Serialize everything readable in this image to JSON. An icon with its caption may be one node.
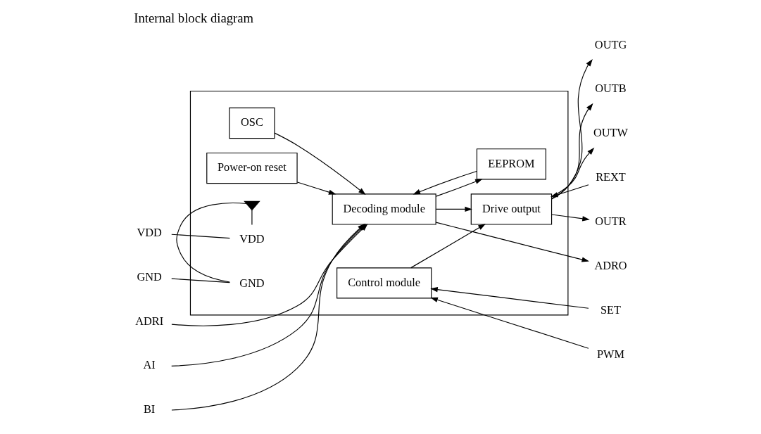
{
  "diagram": {
    "title": "Internal block diagram",
    "nodes": [
      {
        "text": [],
        "shape": "box"
      },
      {
        "text": [
          "Decoding module"
        ],
        "in": 0
      },
      {
        "text": [
          "EEPROM"
        ],
        "in": 0
      },
      {
        "text": [
          "OSC"
        ],
        "in": 0
      },
      {
        "text": [
          "Power-on reset"
        ],
        "in": 0
      },
      {
        "text": [
          "Control module"
        ],
        "in": 0
      },
      {
        "text": [
          "Drive output"
        ],
        "in": 0
      },
      {
        "text": [
          "VDD"
        ],
        "in": 0
      },
      {
        "text": [],
        "shape": "diode",
        "in": 0
      },
      {
        "text": [
          "GND"
        ],
        "in": 0
      },
      {
        "text": [
          "AI"
        ]
      },
      {
        "text": [
          "BI"
        ]
      },
      {
        "text": [
          "ADRI"
        ]
      },
      {
        "text": [
          "VDD"
        ]
      },
      {
        "text": [
          "GND"
        ]
      },
      {
        "text": [
          "ADRO"
        ]
      },
      {
        "text": [
          "PWM"
        ]
      },
      {
        "text": [
          "SET"
        ]
      },
      {
        "text": [
          "OUTR"
        ]
      },
      {
        "text": [
          "OUTG"
        ]
      },
      {
        "text": [
          "OUTB"
        ]
      },
      {
        "text": [
          "OUTW"
        ]
      },
      {
        "text": [
          "REXT"
        ]
      }
    ],
    "edges": [
      {
        "from": 10,
        "to": 1,
        "arrow": "to"
      },
      {
        "from": 11,
        "to": 1,
        "arrow": "to"
      },
      {
        "from": 12,
        "to": 1,
        "arrow": "to"
      },
      {
        "from": 1,
        "to": 2,
        "arrow": "to"
      },
      {
        "from": 2,
        "to": 1,
        "arrow": "to"
      },
      {
        "from": 1,
        "to": 15,
        "arrow": "to"
      },
      {
        "from": 3,
        "to": 1,
        "arrow": "to"
      },
      {
        "from": 4,
        "to": 1,
        "arrow": "to"
      },
      {
        "from": 1,
        "to": 6,
        "arrow": "to"
      },
      {
        "from": 16,
        "to": 5,
        "arrow": "to"
      },
      {
        "from": 17,
        "to": 5,
        "arrow": "to"
      },
      {
        "from": 5,
        "to": 6,
        "arrow": "to"
      },
      {
        "from": 6,
        "to": 18,
        "arrow": "to"
      },
      {
        "from": 6,
        "to": 19,
        "arrow": "to"
      },
      {
        "from": 6,
        "to": 20,
        "arrow": "to"
      },
      {
        "from": 6,
        "to": 21,
        "arrow": "to"
      },
      {
        "from": 22,
        "to": 6,
        "arrow": "to"
      },
      {
        "from": 13,
        "to": 7,
        "arrow": "none"
      },
      {
        "from": 7,
        "to": 8,
        "arrow": "none"
      },
      {
        "from": 8,
        "to": 9,
        "arrow": "none"
      },
      {
        "from": 14,
        "to": 9,
        "arrow": "none"
      }
    ]
  }
}
